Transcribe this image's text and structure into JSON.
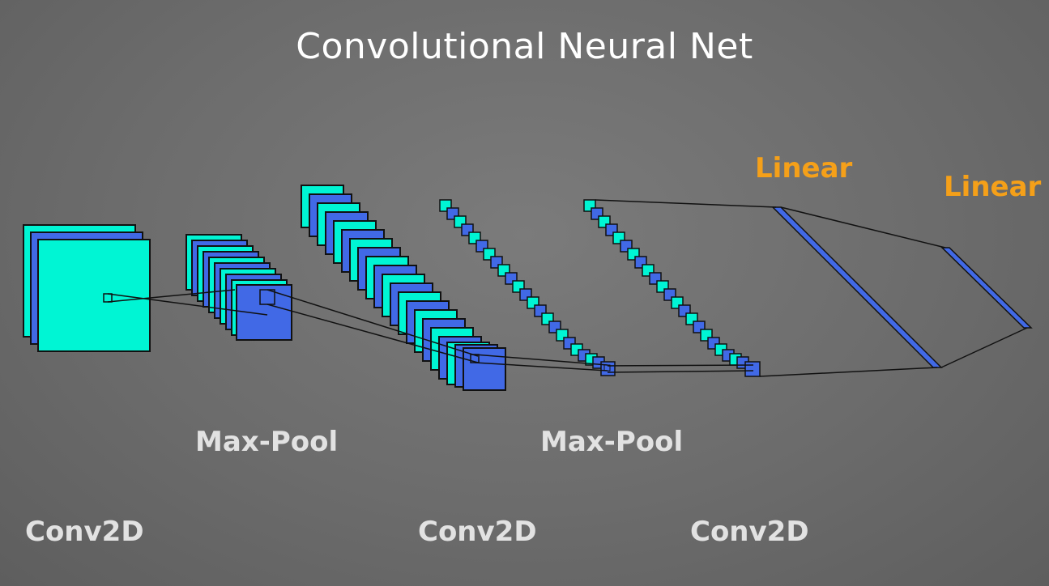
{
  "title": "Convolutional Neural Net",
  "labels": {
    "maxpool_1": "Max-Pool",
    "maxpool_2": "Max-Pool",
    "conv2d_1": "Conv2D",
    "conv2d_2": "Conv2D",
    "conv2d_3": "Conv2D",
    "linear_1": "Linear",
    "linear_2": "Linear"
  },
  "colors": {
    "background": "#6f6f6f",
    "cyan": "#00f5d4",
    "blue": "#4169e6",
    "linear_label": "#f5a019",
    "text": "#e2e2e2",
    "outline": "#111111"
  }
}
